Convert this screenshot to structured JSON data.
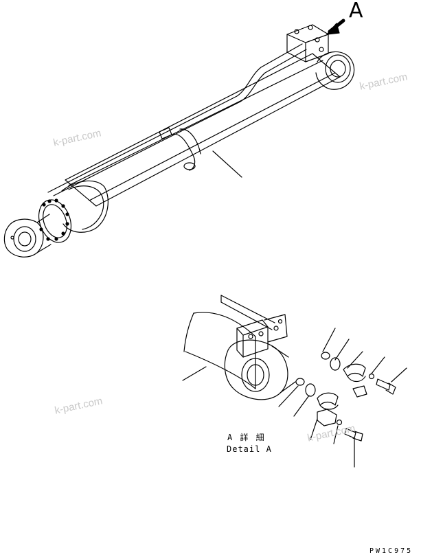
{
  "view_marker": {
    "letter": "A"
  },
  "detail": {
    "title": "A 詳 細",
    "subtitle": "Detail A"
  },
  "drawing_code": "PW1C975",
  "watermarks": [
    "k-part.com",
    "k-part.com",
    "k-part.com",
    "k-part.com"
  ],
  "colors": {
    "line": "#000000",
    "background": "#ffffff",
    "watermark": "#c8c8c8"
  }
}
